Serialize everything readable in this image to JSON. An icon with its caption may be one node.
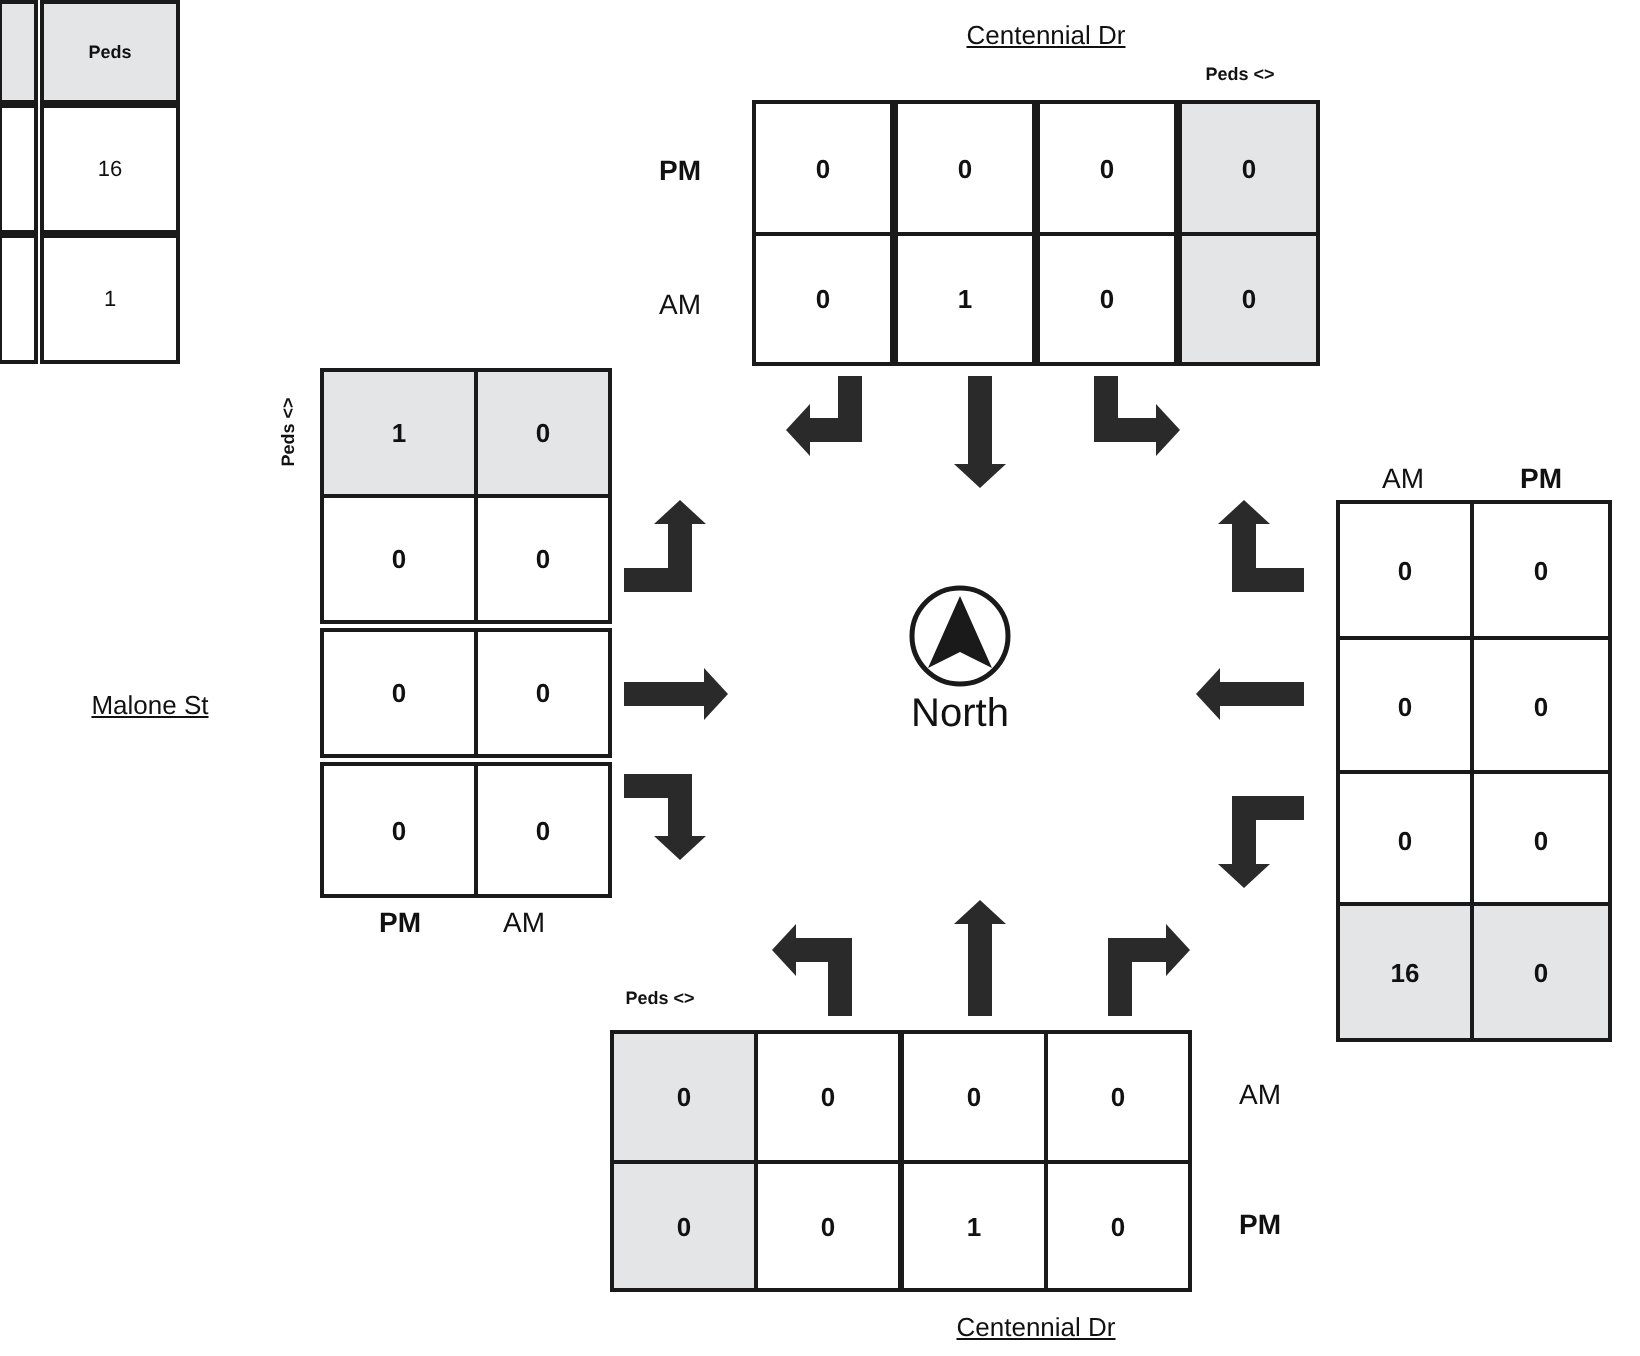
{
  "diagram": {
    "labels": [
      "Peds",
      "16",
      "1",
      "Centennial Dr",
      "Peds <>",
      "PM",
      "0",
      "0",
      "0",
      "0",
      "AM",
      "0",
      "1",
      "0",
      "0",
      "Peds <>",
      "1",
      "0",
      "0",
      "0",
      "0",
      "0",
      "0",
      "0",
      "PM",
      "AM",
      "Malone St",
      "North",
      "AM",
      "PM",
      "0",
      "0",
      "0",
      "0",
      "0",
      "0",
      "16",
      "0",
      "Peds <>",
      "0",
      "0",
      "0",
      "0",
      "AM",
      "0",
      "0",
      "1",
      "0",
      "PM",
      "Centennial Dr"
    ]
  }
}
